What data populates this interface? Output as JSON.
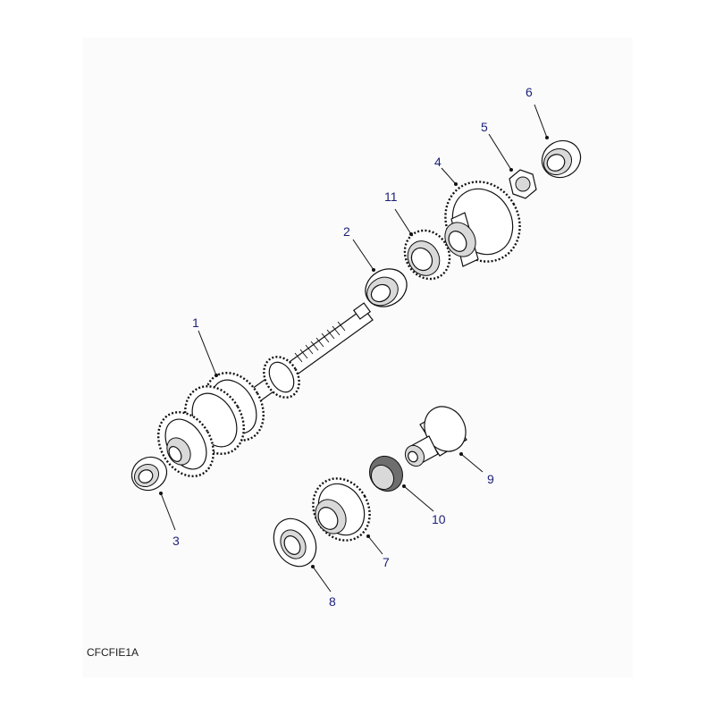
{
  "diagram": {
    "reference_code": "CFCFIE1A",
    "callouts": [
      "1",
      "2",
      "3",
      "4",
      "5",
      "6",
      "7",
      "8",
      "9",
      "10",
      "11"
    ]
  },
  "colors": {
    "callout_text": "#1b1f7a",
    "line": "#111111",
    "background": "#ffffff"
  }
}
